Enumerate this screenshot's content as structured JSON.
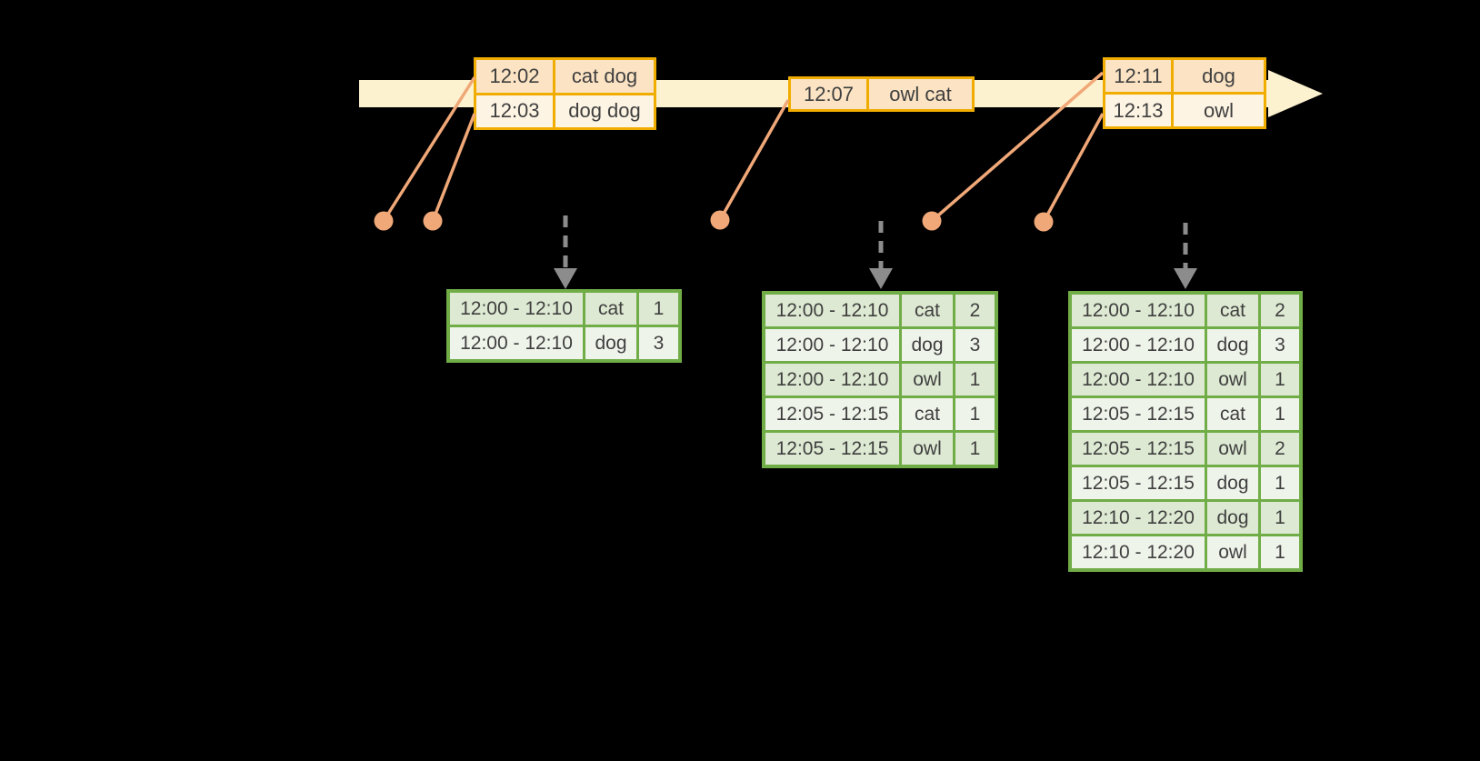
{
  "colors": {
    "background": "#000000",
    "timeline_band": "#fdf2cf",
    "event_border": "#f0ad00",
    "event_row_dark": "#fbe3c3",
    "event_row_light": "#fdf4e3",
    "connector_salmon": "#f0a878",
    "trigger_gray": "#8c8c8c",
    "result_border": "#71ad47",
    "result_row_dark": "#dde9d2",
    "result_row_light": "#eff4eb",
    "text": "#3f3f3f"
  },
  "icons": {
    "timeline_arrowhead": "right-arrow",
    "event_marker": "dot",
    "trigger_arrow": "dashed-down-arrow"
  },
  "event_tables": [
    {
      "rows": [
        {
          "time": "12:02",
          "words": "cat dog"
        },
        {
          "time": "12:03",
          "words": "dog dog"
        }
      ]
    },
    {
      "rows": [
        {
          "time": "12:07",
          "words": "owl cat"
        }
      ]
    },
    {
      "rows": [
        {
          "time": "12:11",
          "words": "dog"
        },
        {
          "time": "12:13",
          "words": "owl"
        }
      ]
    }
  ],
  "result_tables": [
    {
      "rows": [
        {
          "window": "12:00 - 12:10",
          "word": "cat",
          "count": "1"
        },
        {
          "window": "12:00 - 12:10",
          "word": "dog",
          "count": "3"
        }
      ]
    },
    {
      "rows": [
        {
          "window": "12:00 - 12:10",
          "word": "cat",
          "count": "2"
        },
        {
          "window": "12:00 - 12:10",
          "word": "dog",
          "count": "3"
        },
        {
          "window": "12:00 - 12:10",
          "word": "owl",
          "count": "1"
        },
        {
          "window": "12:05 - 12:15",
          "word": "cat",
          "count": "1"
        },
        {
          "window": "12:05 - 12:15",
          "word": "owl",
          "count": "1"
        }
      ]
    },
    {
      "rows": [
        {
          "window": "12:00 - 12:10",
          "word": "cat",
          "count": "2"
        },
        {
          "window": "12:00 - 12:10",
          "word": "dog",
          "count": "3"
        },
        {
          "window": "12:00 - 12:10",
          "word": "owl",
          "count": "1"
        },
        {
          "window": "12:05 - 12:15",
          "word": "cat",
          "count": "1"
        },
        {
          "window": "12:05 - 12:15",
          "word": "owl",
          "count": "2"
        },
        {
          "window": "12:05 - 12:15",
          "word": "dog",
          "count": "1"
        },
        {
          "window": "12:10 - 12:20",
          "word": "dog",
          "count": "1"
        },
        {
          "window": "12:10 - 12:20",
          "word": "owl",
          "count": "1"
        }
      ]
    }
  ]
}
